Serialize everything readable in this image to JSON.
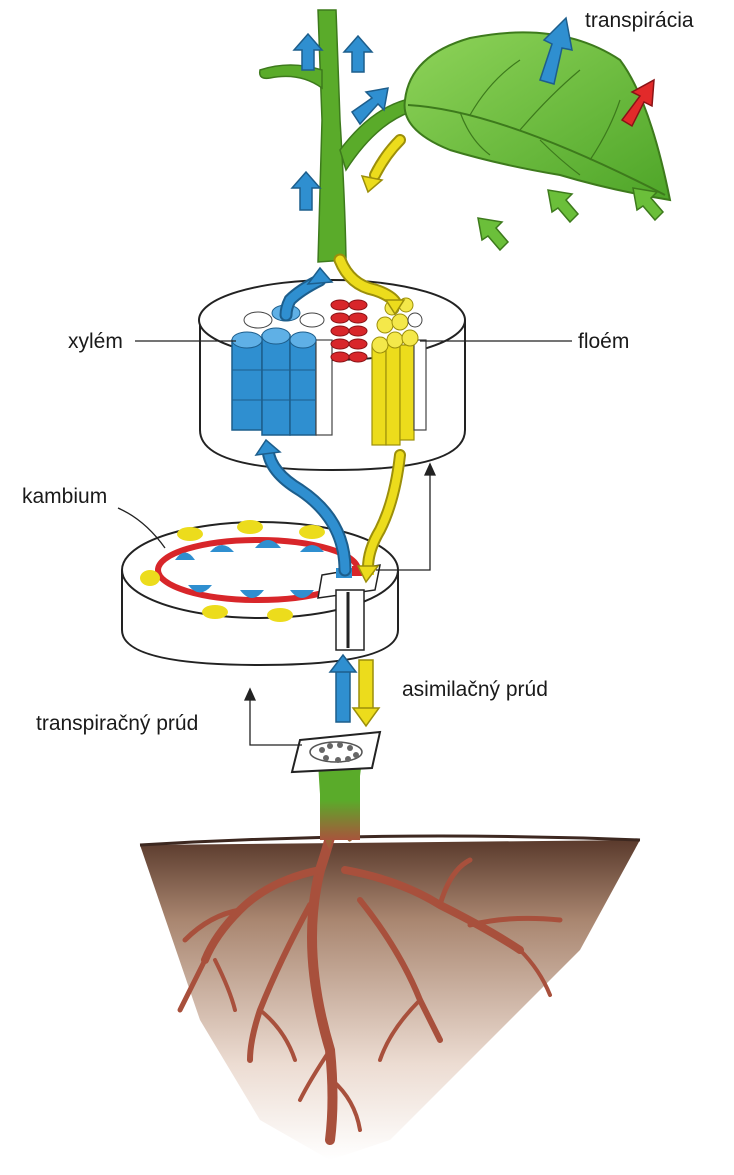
{
  "labels": {
    "transpiration": "transpirácia",
    "xylem": "xylém",
    "phloem": "floém",
    "cambium": "kambium",
    "assimilation_stream": "asimilačný prúd",
    "transpiration_stream": "transpiračný prúd"
  },
  "colors": {
    "xylem": "#2f8fd0",
    "phloem": "#ecdc1c",
    "cambium": "#d8262a",
    "leaf": "#6fc23a",
    "stem": "#5aab2a",
    "roots": "#b4503c",
    "soil": "#6b4a3a",
    "water_arrow": "#2f8fd0",
    "co2_arrow": "#6bbf3a",
    "o2_arrow": "#e22a2a"
  }
}
